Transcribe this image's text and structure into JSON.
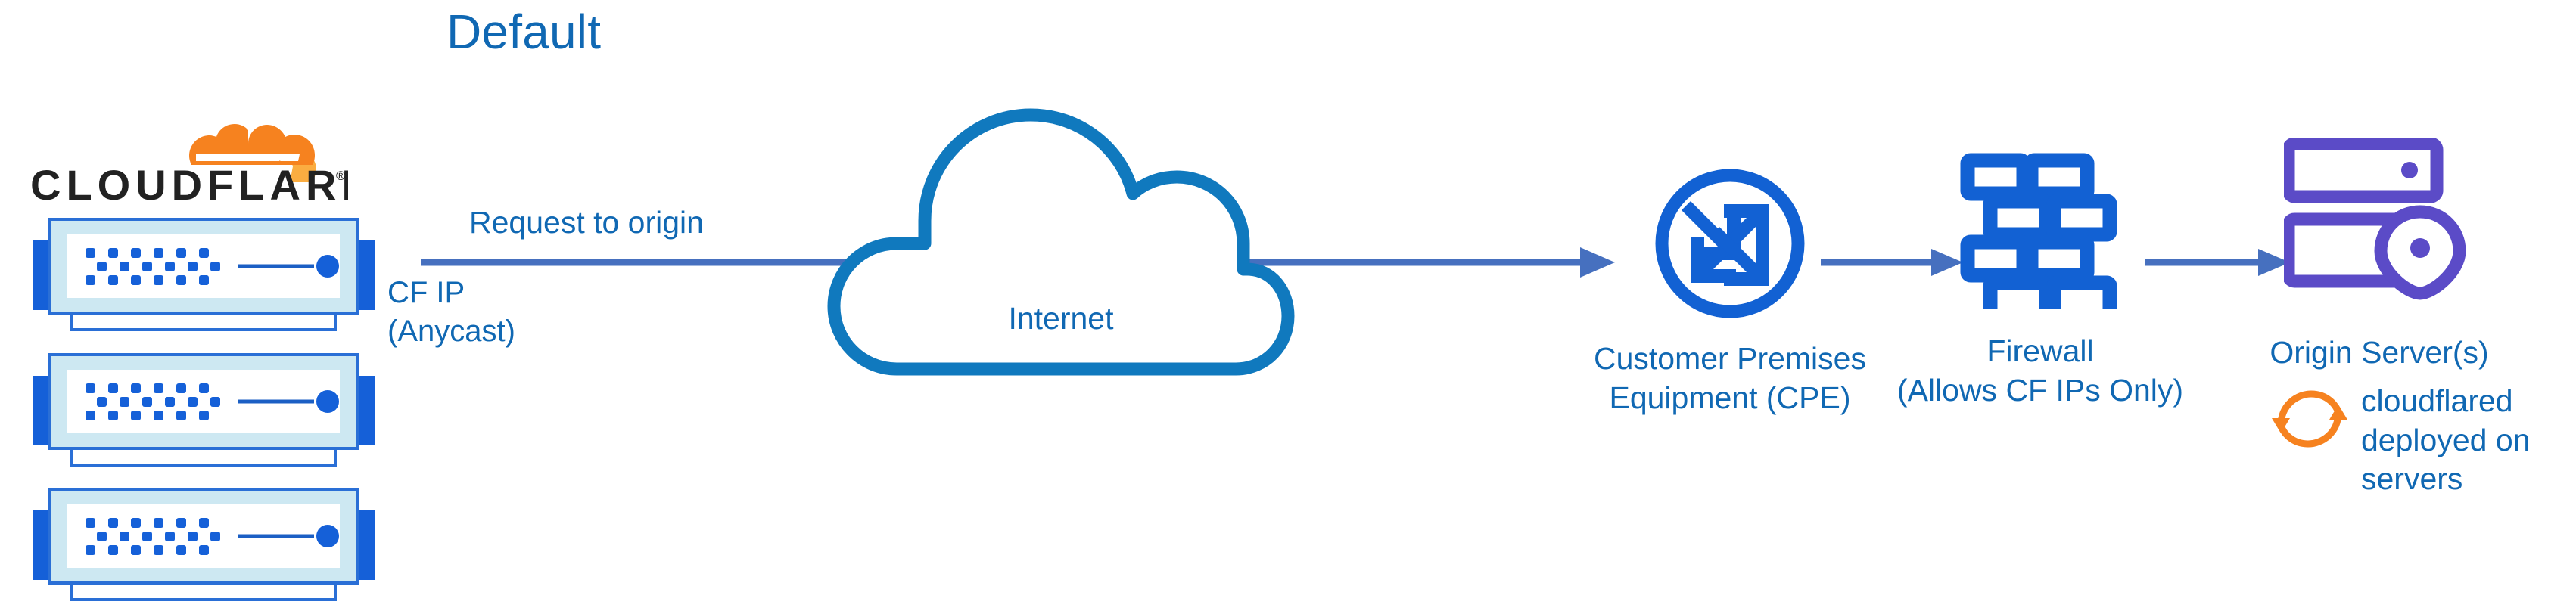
{
  "title": "Default",
  "colors": {
    "heading_blue": "#1068b3",
    "label_blue": "#1068b3",
    "arrow_blue": "#4670bf",
    "icon_blue": "#1261d3",
    "cloud_blue": "#1079be",
    "device_blue": "#1560d8",
    "device_frame": "#cde8f2",
    "origin_purple": "#5b4bc7",
    "cloudflare_orange": "#f6821f",
    "cloudflare_orange_light": "#fbad41",
    "logo_wordmark": "#222222",
    "background": "#ffffff"
  },
  "logo": {
    "name": "cloudflare-logo",
    "wordmark": "CLOUDFLARE",
    "registered_mark": "®"
  },
  "cloudflare_stack": {
    "label": "CF IP\n(Anycast)",
    "line1": "CF IP",
    "line2": "(Anycast)",
    "devices": [
      {
        "name": "cf-edge-switch-1",
        "icon": "network-switch-icon"
      },
      {
        "name": "cf-edge-switch-2",
        "icon": "network-switch-icon"
      },
      {
        "name": "cf-edge-switch-3",
        "icon": "network-switch-icon"
      }
    ]
  },
  "flow": {
    "request_label": "Request to origin",
    "arrow_1": "arrow-right-icon",
    "arrow_2": "arrow-right-icon",
    "arrow_3": "arrow-right-icon"
  },
  "nodes": {
    "internet": {
      "label": "Internet",
      "icon": "cloud-icon"
    },
    "cpe": {
      "line1": "Customer Premises",
      "line2": "Equipment (CPE)",
      "icon": "router-icon"
    },
    "firewall": {
      "line1": "Firewall",
      "line2": "(Allows CF IPs Only)",
      "icon": "brick-wall-icon"
    },
    "origin": {
      "label": "Origin Server(s)",
      "icon": "server-rack-location-icon"
    }
  },
  "cloudflared": {
    "icon": "sync-arrows-icon",
    "line1": "cloudflared",
    "line2": "deployed on",
    "line3": "servers",
    "text": "cloudflared deployed on servers"
  }
}
